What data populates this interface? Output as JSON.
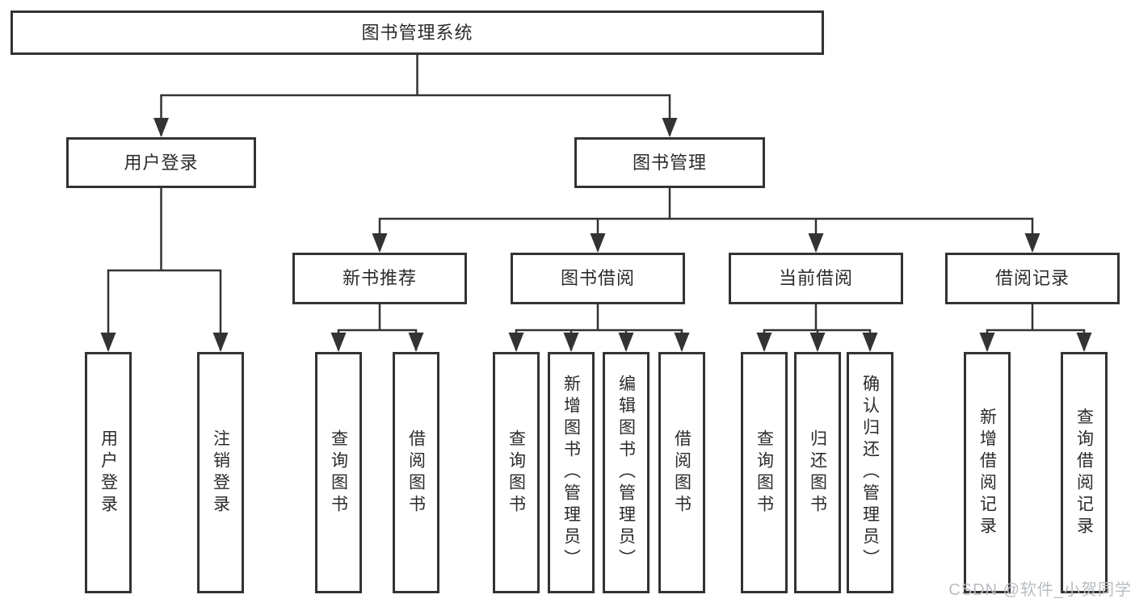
{
  "colors": {
    "line": "#333333",
    "text": "#2b2b2b",
    "background": "#ffffff",
    "watermark": "#b9bdc2"
  },
  "watermark": {
    "text": "CSDN @软件_小贺同学"
  },
  "tree": {
    "label": "图书管理系统",
    "children": [
      {
        "label": "用户登录",
        "children": [
          {
            "label": "用户登录"
          },
          {
            "label": "注销登录"
          }
        ]
      },
      {
        "label": "图书管理",
        "children": [
          {
            "label": "新书推荐",
            "children": [
              {
                "label": "查询图书"
              },
              {
                "label": "借阅图书"
              }
            ]
          },
          {
            "label": "图书借阅",
            "children": [
              {
                "label": "查询图书"
              },
              {
                "label": "新增图书（管理员）"
              },
              {
                "label": "编辑图书（管理员）"
              },
              {
                "label": "借阅图书"
              }
            ]
          },
          {
            "label": "当前借阅",
            "children": [
              {
                "label": "查询图书"
              },
              {
                "label": "归还图书"
              },
              {
                "label": "确认归还（管理员）"
              }
            ]
          },
          {
            "label": "借阅记录",
            "children": [
              {
                "label": "新增借阅记录"
              },
              {
                "label": "查询借阅记录"
              }
            ]
          }
        ]
      }
    ]
  }
}
